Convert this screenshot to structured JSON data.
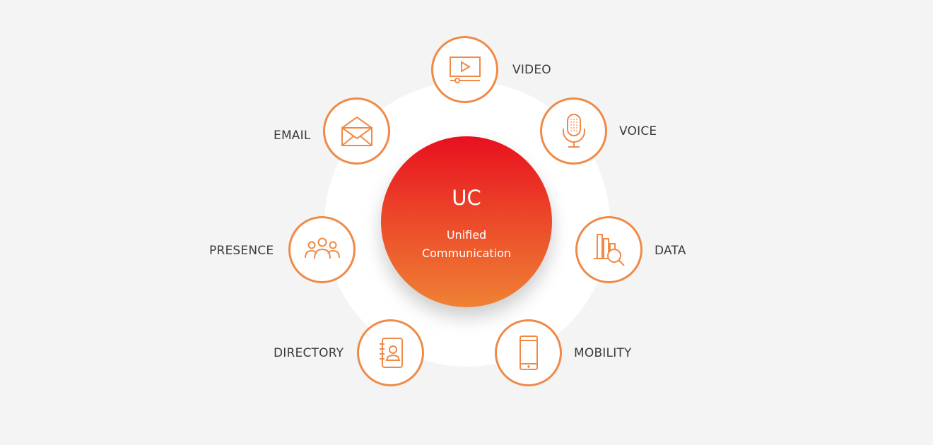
{
  "center": {
    "title": "UC",
    "subtitle_line1": "Unified",
    "subtitle_line2": "Communication"
  },
  "nodes": [
    {
      "label": "VIDEO",
      "icon": "video-player-icon"
    },
    {
      "label": "VOICE",
      "icon": "microphone-icon"
    },
    {
      "label": "DATA",
      "icon": "bar-chart-search-icon"
    },
    {
      "label": "MOBILITY",
      "icon": "smartphone-icon"
    },
    {
      "label": "DIRECTORY",
      "icon": "address-book-icon"
    },
    {
      "label": "PRESENCE",
      "icon": "people-group-icon"
    },
    {
      "label": "EMAIL",
      "icon": "open-envelope-icon"
    }
  ],
  "colors": {
    "accent": "#ef8a47",
    "center_top": "#e8101f",
    "center_bottom": "#ef8234",
    "background": "#f4f4f4",
    "label_text": "#3a3a3a"
  }
}
